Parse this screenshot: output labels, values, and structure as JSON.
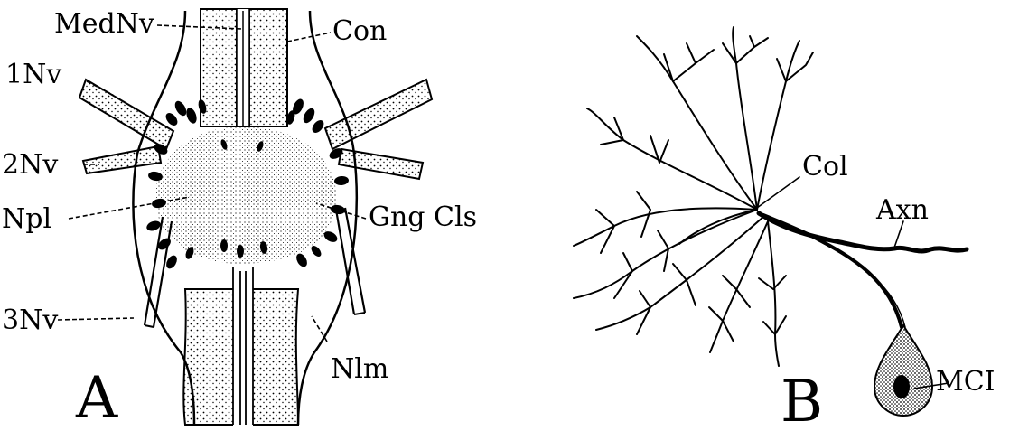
{
  "panel_a": {
    "letter": "A",
    "labels": {
      "mednv": "MedNv",
      "con": "Con",
      "nv1": "1Nv",
      "nv2": "2Nv",
      "npl": "Npl",
      "gng": "Gng Cls",
      "nv3": "3Nv",
      "nlm": "Nlm"
    }
  },
  "panel_b": {
    "letter": "B",
    "labels": {
      "col": "Col",
      "axn": "Axn",
      "mcl": "MCI"
    }
  }
}
